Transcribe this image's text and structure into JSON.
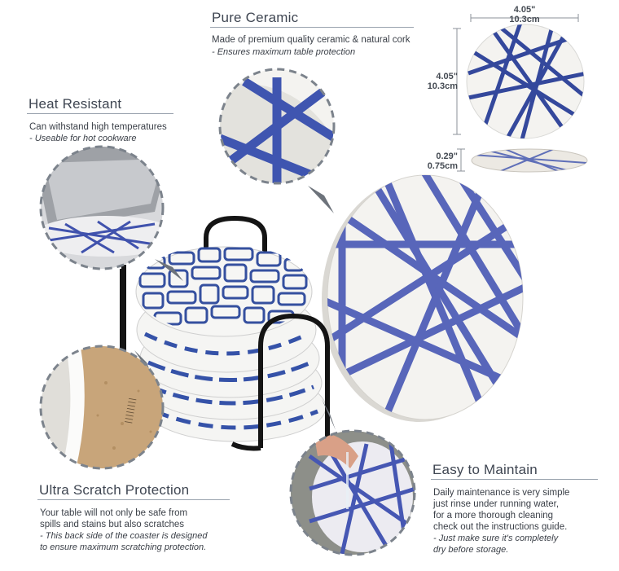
{
  "features": {
    "pure_ceramic": {
      "title": "Pure Ceramic",
      "desc": "Made of premium quality ceramic & natural cork",
      "note": "- Ensures maximum table protection"
    },
    "heat_resistant": {
      "title": "Heat Resistant",
      "desc": "Can withstand high temperatures",
      "note": "- Useable for hot cookware"
    },
    "ultra_scratch": {
      "title": "Ultra Scratch Protection",
      "desc_line1": "Your table will not only be safe from",
      "desc_line2": "spills and stains but also scratches",
      "note_line1": "- This back side of the coaster is designed",
      "note_line2": "to ensure maximum scratching protection."
    },
    "easy_maintain": {
      "title": "Easy to Maintain",
      "desc_line1": "Daily maintenance is very simple",
      "desc_line2": "just rinse under running water,",
      "desc_line3": "for a more thorough cleaning",
      "desc_line4": "check out the instructions guide.",
      "note_line1": "- Just make sure it's completely",
      "note_line2": "dry before storage."
    }
  },
  "dimensions": {
    "width_in": "4.05\"",
    "width_cm": "10.3cm",
    "height_in": "4.05\"",
    "height_cm": "10.3cm",
    "thickness_in": "0.29\"",
    "thickness_cm": "0.75cm"
  },
  "colors": {
    "pattern_blue": "#3b4fa8",
    "ceramic_white": "#f4f3f0",
    "cork": "#c8a57a",
    "stand_black": "#141414",
    "callout_border": "#7c838c"
  }
}
